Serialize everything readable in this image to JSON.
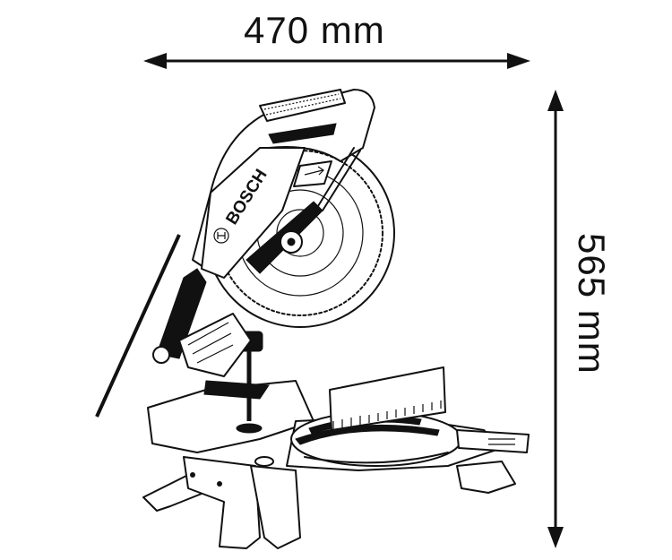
{
  "diagram": {
    "subject": "Bosch mitre saw dimension drawing",
    "brand_label": "BOSCH",
    "dimensions": {
      "width": {
        "value": 470,
        "unit": "mm",
        "label": "470 mm"
      },
      "height": {
        "value": 565,
        "unit": "mm",
        "label": "565 mm"
      }
    },
    "colors": {
      "line": "#111111",
      "background": "#ffffff"
    }
  }
}
